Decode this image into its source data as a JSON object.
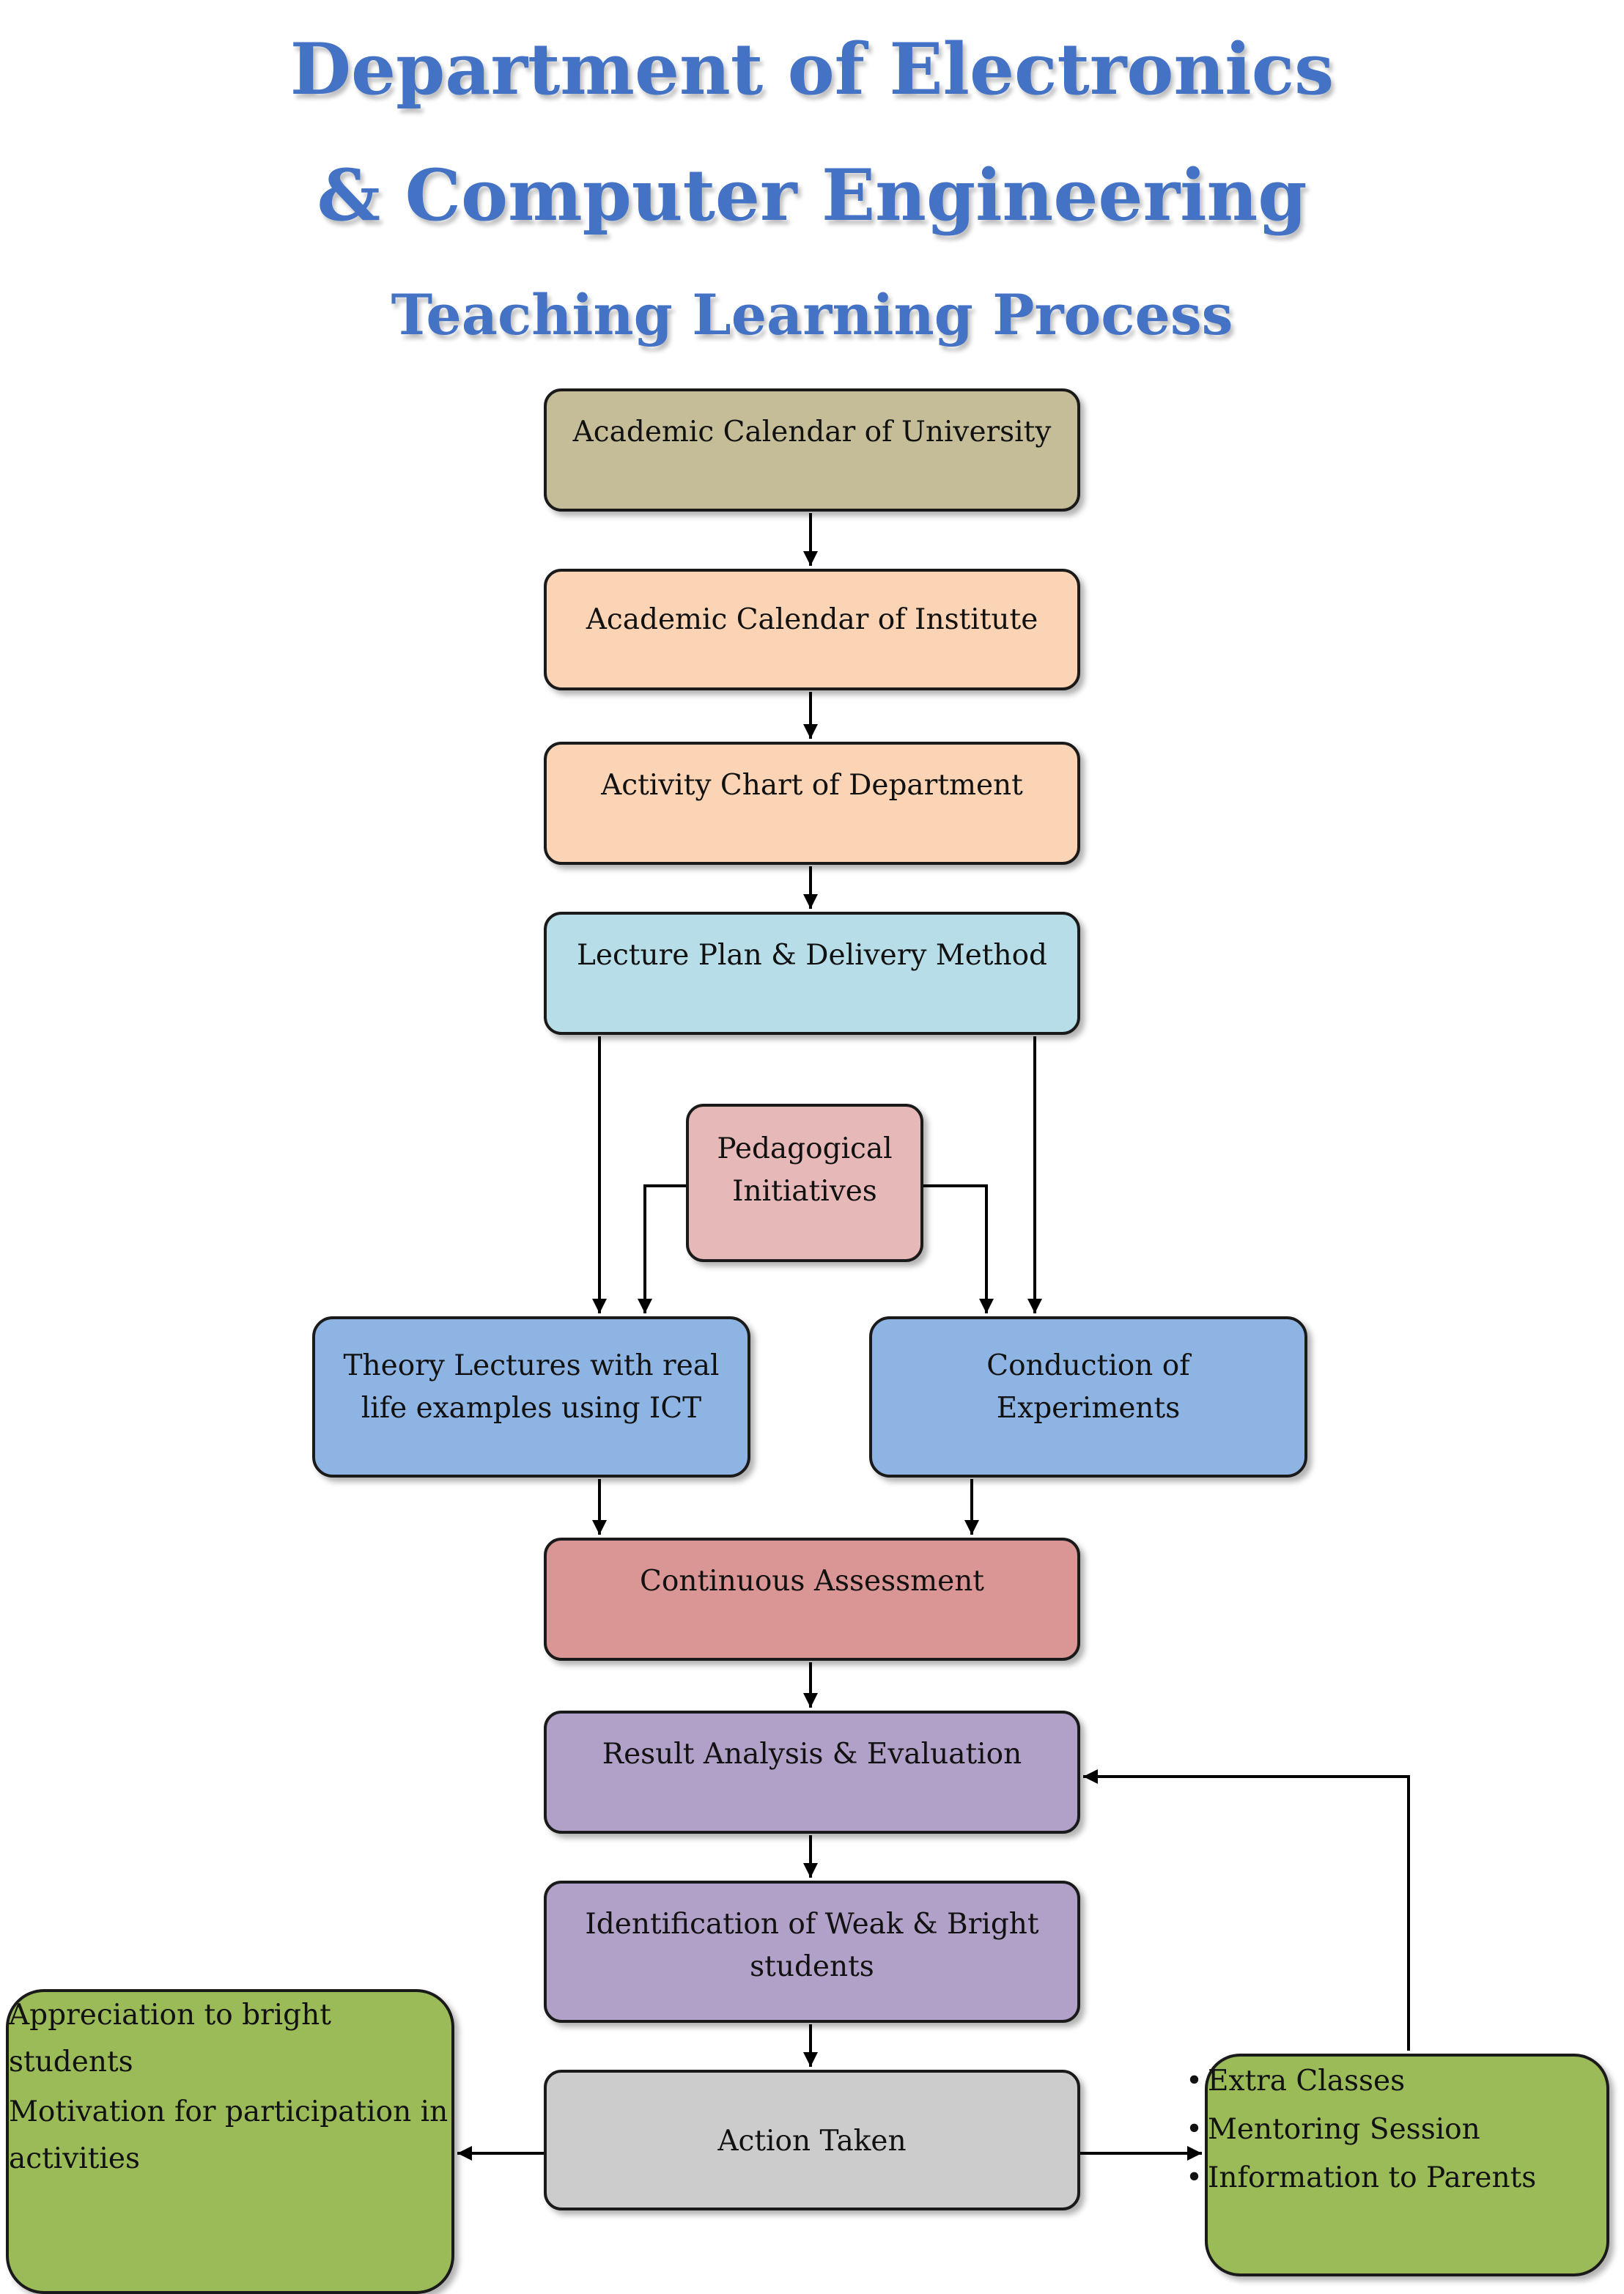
{
  "title": {
    "line1": "Department of Electronics",
    "line2": "& Computer Engineering",
    "subtitle": "Teaching Learning Process"
  },
  "nodes": {
    "calendar_university": "Academic Calendar of University",
    "calendar_institute": "Academic Calendar of Institute",
    "activity_chart": "Activity Chart of Department",
    "lecture_plan": "Lecture Plan & Delivery Method",
    "pedagogical": [
      "Pedagogical",
      "Initiatives"
    ],
    "theory_lectures": [
      "Theory Lectures with real",
      "life examples using ICT"
    ],
    "experiments": [
      "Conduction of",
      "Experiments"
    ],
    "continuous_assessment": "Continuous Assessment",
    "result_analysis": "Result Analysis & Evaluation",
    "identification": [
      "Identification of Weak & Bright",
      "students"
    ],
    "action_taken": "Action Taken",
    "bright_actions": [
      "Appreciation to bright students",
      "Motivation for participation in activities"
    ],
    "weak_actions": [
      "Extra Classes",
      "Mentoring Session",
      "Information to Parents"
    ]
  },
  "colors": {
    "title": "#4472c4",
    "calendar_university": "#c4bd97",
    "calendar_institute": "#fad4b4",
    "activity_chart": "#fad4b4",
    "lecture_plan": "#b7dee8",
    "pedagogical": "#e6b8b7",
    "theory_lectures": "#8eb4e3",
    "experiments": "#8eb4e3",
    "continuous_assessment": "#d99694",
    "result_analysis": "#b1a0c7",
    "identification": "#b1a0c7",
    "action_taken": "#cccccc",
    "bright_actions": "#9bbb59",
    "weak_actions": "#9bbb59"
  }
}
